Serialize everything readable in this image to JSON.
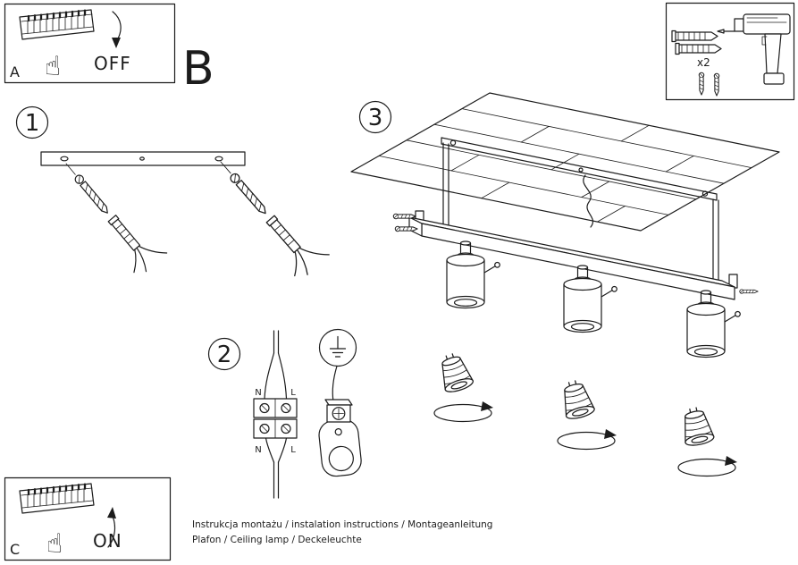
{
  "colors": {
    "ink": "#1c1c1c",
    "paper": "#ffffff"
  },
  "power_off_panel": {
    "letter": "A",
    "label": "OFF"
  },
  "power_on_panel": {
    "letter": "C",
    "label": "ON"
  },
  "section_label": "B",
  "tools_panel": {
    "dowel_count": "x2"
  },
  "steps": {
    "one": "1",
    "two": "2",
    "three": "3"
  },
  "wiring_labels": {
    "n_top": "N",
    "l_top": "L",
    "n_bottom": "N",
    "l_bottom": "L"
  },
  "footer": {
    "line1": "Instrukcja montażu / instalation instructions / Montageanleitung",
    "line2": "Plafon / Ceiling lamp / Deckeleuchte"
  },
  "icons": {
    "hand": "☝"
  }
}
